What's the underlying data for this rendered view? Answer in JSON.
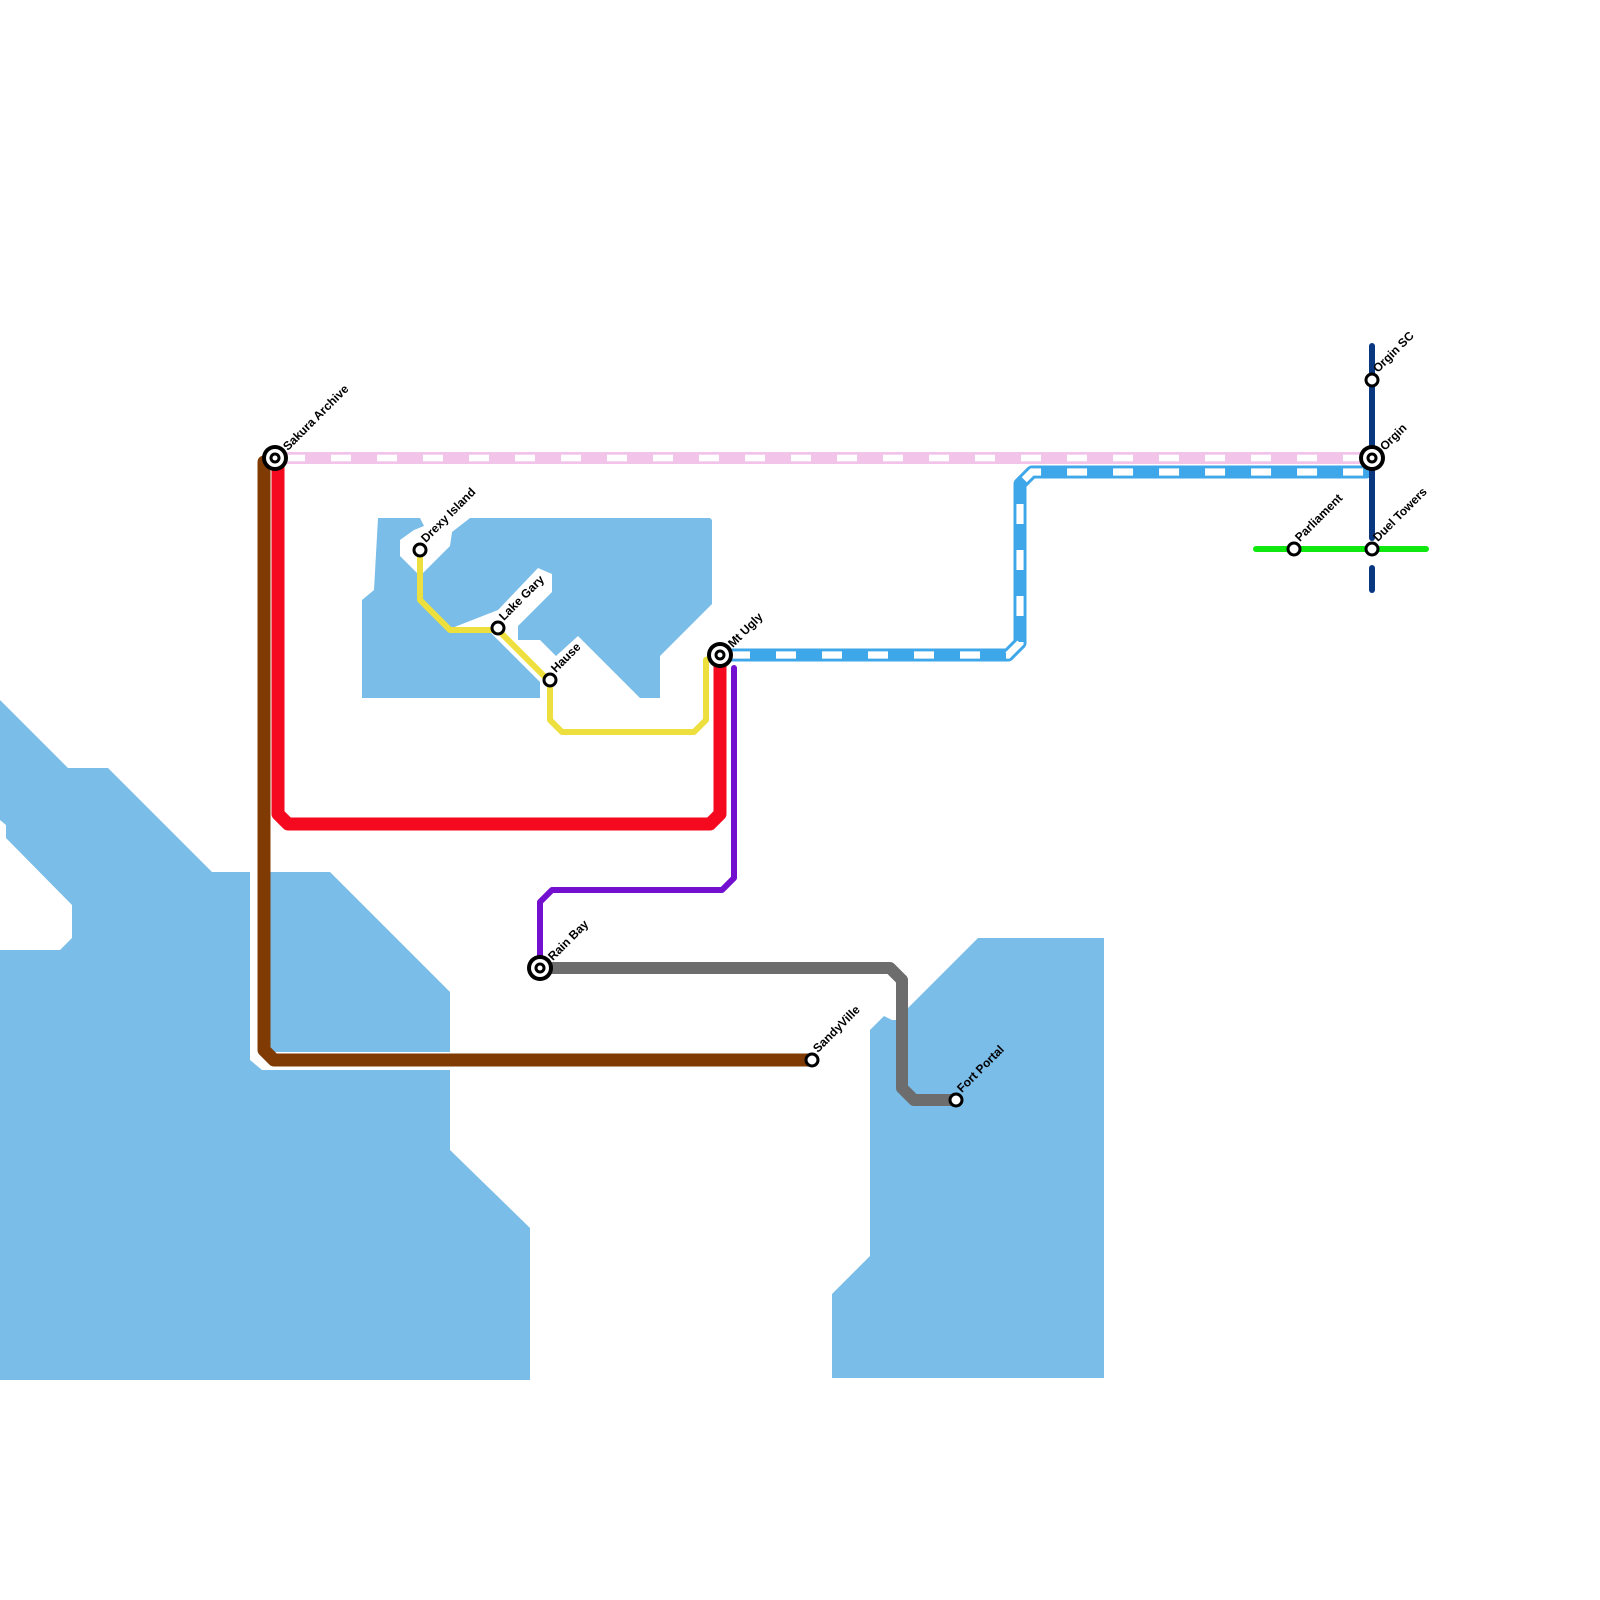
{
  "map": {
    "title": "Transit Map",
    "background_color": "#ffffff",
    "water_color": "#7abde8"
  },
  "lines": [
    {
      "id": "pink",
      "name": "Pink Line",
      "color": "#f3c4ea",
      "style": "dashed-white"
    },
    {
      "id": "lightblue",
      "name": "Light Blue Line",
      "color": "#3ea7ea",
      "style": "dashed-white"
    },
    {
      "id": "red",
      "name": "Red Line",
      "color": "#f5091e",
      "style": "solid"
    },
    {
      "id": "brown",
      "name": "Brown Line",
      "color": "#7f3b03",
      "style": "solid"
    },
    {
      "id": "yellow",
      "name": "Yellow Line",
      "color": "#ecdf3e",
      "style": "solid"
    },
    {
      "id": "purple",
      "name": "Purple Line",
      "color": "#7310d0",
      "style": "solid"
    },
    {
      "id": "grey",
      "name": "Grey Line",
      "color": "#6d6d6d",
      "style": "solid"
    },
    {
      "id": "navy",
      "name": "Navy Line",
      "color": "#0a3880",
      "style": "solid"
    },
    {
      "id": "green",
      "name": "Green Line",
      "color": "#0ee80e",
      "style": "solid"
    }
  ],
  "stations": [
    {
      "id": "sakura-archive",
      "name": "Sakura Archive",
      "type": "interchange"
    },
    {
      "id": "drexy-island",
      "name": "Drexy Island",
      "type": "stop"
    },
    {
      "id": "lake-gary",
      "name": "Lake Gary",
      "type": "stop"
    },
    {
      "id": "hause",
      "name": "Hause",
      "type": "stop"
    },
    {
      "id": "mt-ugly",
      "name": "Mt Ugly",
      "type": "interchange"
    },
    {
      "id": "rain-bay",
      "name": "Rain Bay",
      "type": "interchange"
    },
    {
      "id": "sandyville",
      "name": "SandyVille",
      "type": "stop"
    },
    {
      "id": "fort-portal",
      "name": "Fort Portal",
      "type": "stop"
    },
    {
      "id": "orgin-sc",
      "name": "Orgin SC",
      "type": "stop"
    },
    {
      "id": "orgin",
      "name": "Orgin",
      "type": "interchange"
    },
    {
      "id": "parliament",
      "name": "Parliament",
      "type": "stop"
    },
    {
      "id": "duel-towers",
      "name": "Duel Towers",
      "type": "stop"
    }
  ]
}
